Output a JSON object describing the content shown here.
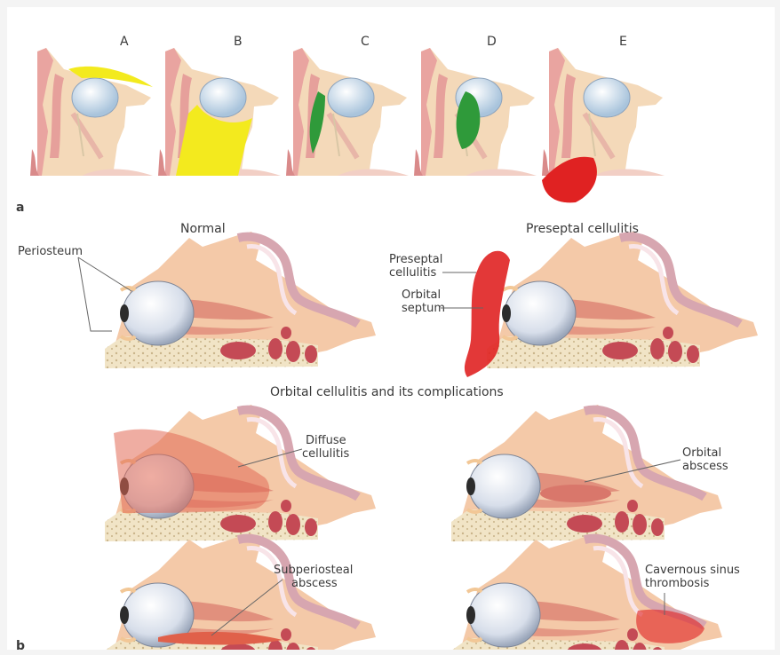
{
  "part_a": {
    "label": "a",
    "panel_letters": [
      "A",
      "B",
      "C",
      "D",
      "E"
    ]
  },
  "part_b": {
    "label": "b",
    "headings": {
      "normal": "Normal",
      "preseptal": "Preseptal cellulitis",
      "orbital": "Orbital cellulitis and its complications"
    },
    "labels": {
      "periosteum": "Periosteum",
      "preseptal_1": "Preseptal",
      "preseptal_2": "cellulitis",
      "orbital_septum_1": "Orbital",
      "orbital_septum_2": "septum",
      "diffuse_1": "Diffuse",
      "diffuse_2": "cellulitis",
      "abscess_1": "Orbital",
      "abscess_2": "abscess",
      "subperiosteal_1": "Subperiosteal",
      "subperiosteal_2": "abscess",
      "cavernous_1": "Cavernous sinus",
      "cavernous_2": "thrombosis"
    }
  },
  "colors": {
    "bone": "#f3d9a6",
    "tissue": "#f4c9a8",
    "mucosa": "#d98a8a",
    "eye": "#dce6f2",
    "yellow": "#f3ea1e",
    "green": "#2f9a3a",
    "red": "#e02222"
  }
}
